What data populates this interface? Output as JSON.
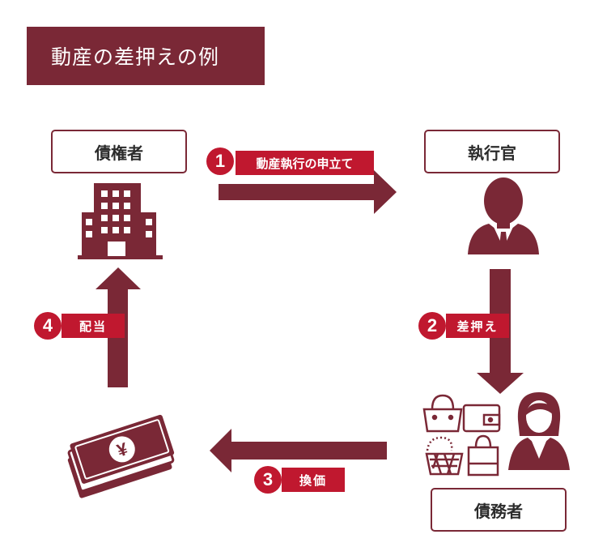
{
  "title": "動産の差押えの例",
  "parties": {
    "creditor": "債権者",
    "officer": "執行官",
    "debtor": "債務者"
  },
  "steps": [
    {
      "number": "1",
      "label": "動産執行の申立て"
    },
    {
      "number": "2",
      "label": "差押え"
    },
    {
      "number": "3",
      "label": "換価"
    },
    {
      "number": "4",
      "label": "配当"
    }
  ],
  "colors": {
    "primary": "#7a2836",
    "accent": "#c0182f"
  },
  "icons": [
    "office-building-icon",
    "officer-person-icon",
    "debtor-person-icon",
    "handbag-icon",
    "wallet-icon",
    "necklace-icon",
    "basket-icon",
    "shopping-bag-icon",
    "yen-banknotes-icon"
  ]
}
